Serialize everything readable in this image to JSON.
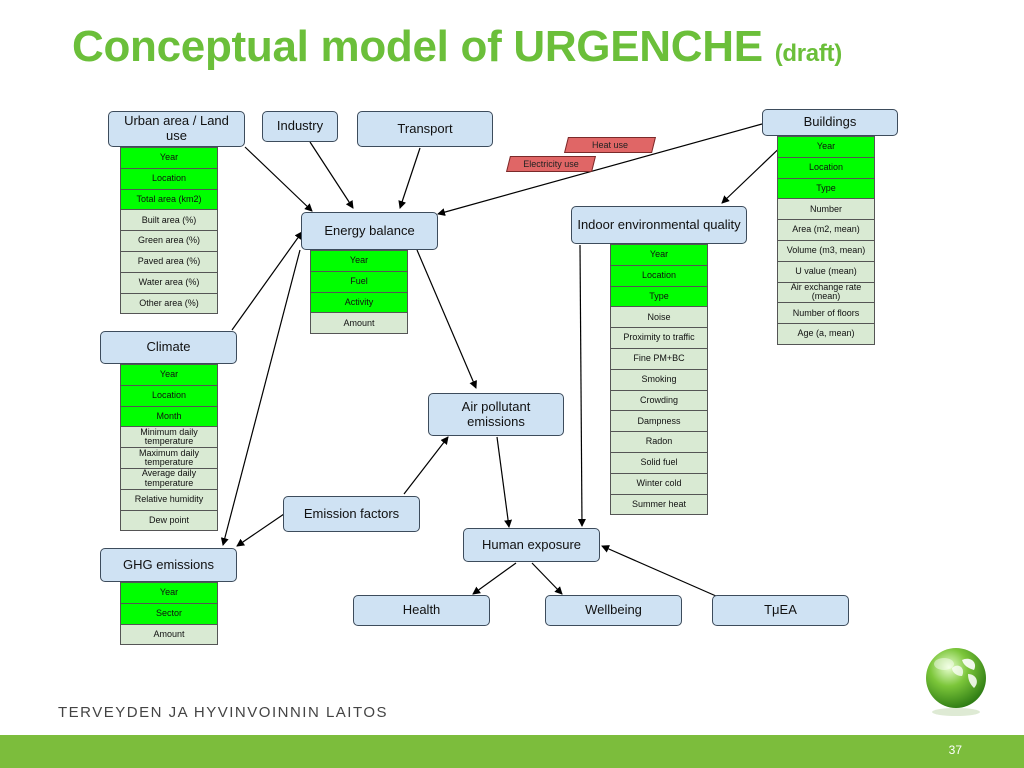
{
  "title": {
    "main": "Conceptual model of URGENCHE",
    "sub": "(draft)"
  },
  "nodes": {
    "urban": "Urban area / Land use",
    "industry": "Industry",
    "transport": "Transport",
    "buildings": "Buildings",
    "energy": "Energy balance",
    "indoor": "Indoor environmental quality",
    "climate": "Climate",
    "air": "Air pollutant emissions",
    "emission": "Emission factors",
    "ghg": "GHG emissions",
    "exposure": "Human exposure",
    "health": "Health",
    "wellbeing": "Wellbeing",
    "tmea": "TμEA"
  },
  "tags": {
    "heat": "Heat use",
    "electricity": "Electricity use"
  },
  "attributes": {
    "urban": [
      "Year",
      "Location",
      "Total area (km2)",
      "Built area (%)",
      "Green area (%)",
      "Paved area (%)",
      "Water area (%)",
      "Other area (%)"
    ],
    "energy": [
      "Year",
      "Fuel",
      "Activity",
      "Amount"
    ],
    "climate": [
      "Year",
      "Location",
      "Month",
      "Minimum daily temperature",
      "Maximum daily temperature",
      "Average daily temperature",
      "Relative humidity",
      "Dew point"
    ],
    "ghg": [
      "Year",
      "Sector",
      "Amount"
    ],
    "indoor": [
      "Year",
      "Location",
      "Type",
      "Noise",
      "Proximity to traffic",
      "Fine PM+BC",
      "Smoking",
      "Crowding",
      "Dampness",
      "Radon",
      "Solid fuel",
      "Winter cold",
      "Summer heat"
    ],
    "buildings": [
      "Year",
      "Location",
      "Type",
      "Number",
      "Area (m2, mean)",
      "Volume (m3, mean)",
      "U value (mean)",
      "Air exchange rate (mean)",
      "Number of floors",
      "Age (a, mean)"
    ]
  },
  "key_counts": {
    "urban": 3,
    "energy": 3,
    "climate": 3,
    "ghg": 2,
    "indoor": 3,
    "buildings": 3
  },
  "colors": {
    "title": "#6bbf3a",
    "node_fill": "#cfe2f3",
    "key_attr": "#00ff00",
    "plain_attr": "#d9ead3",
    "tag": "#e06666",
    "footer": "#7cbd3c"
  },
  "footer": {
    "org": "TERVEYDEN JA HYVINVOINNIN LAITOS",
    "page": "37"
  },
  "logo": "green-sphere-leaf-logo"
}
